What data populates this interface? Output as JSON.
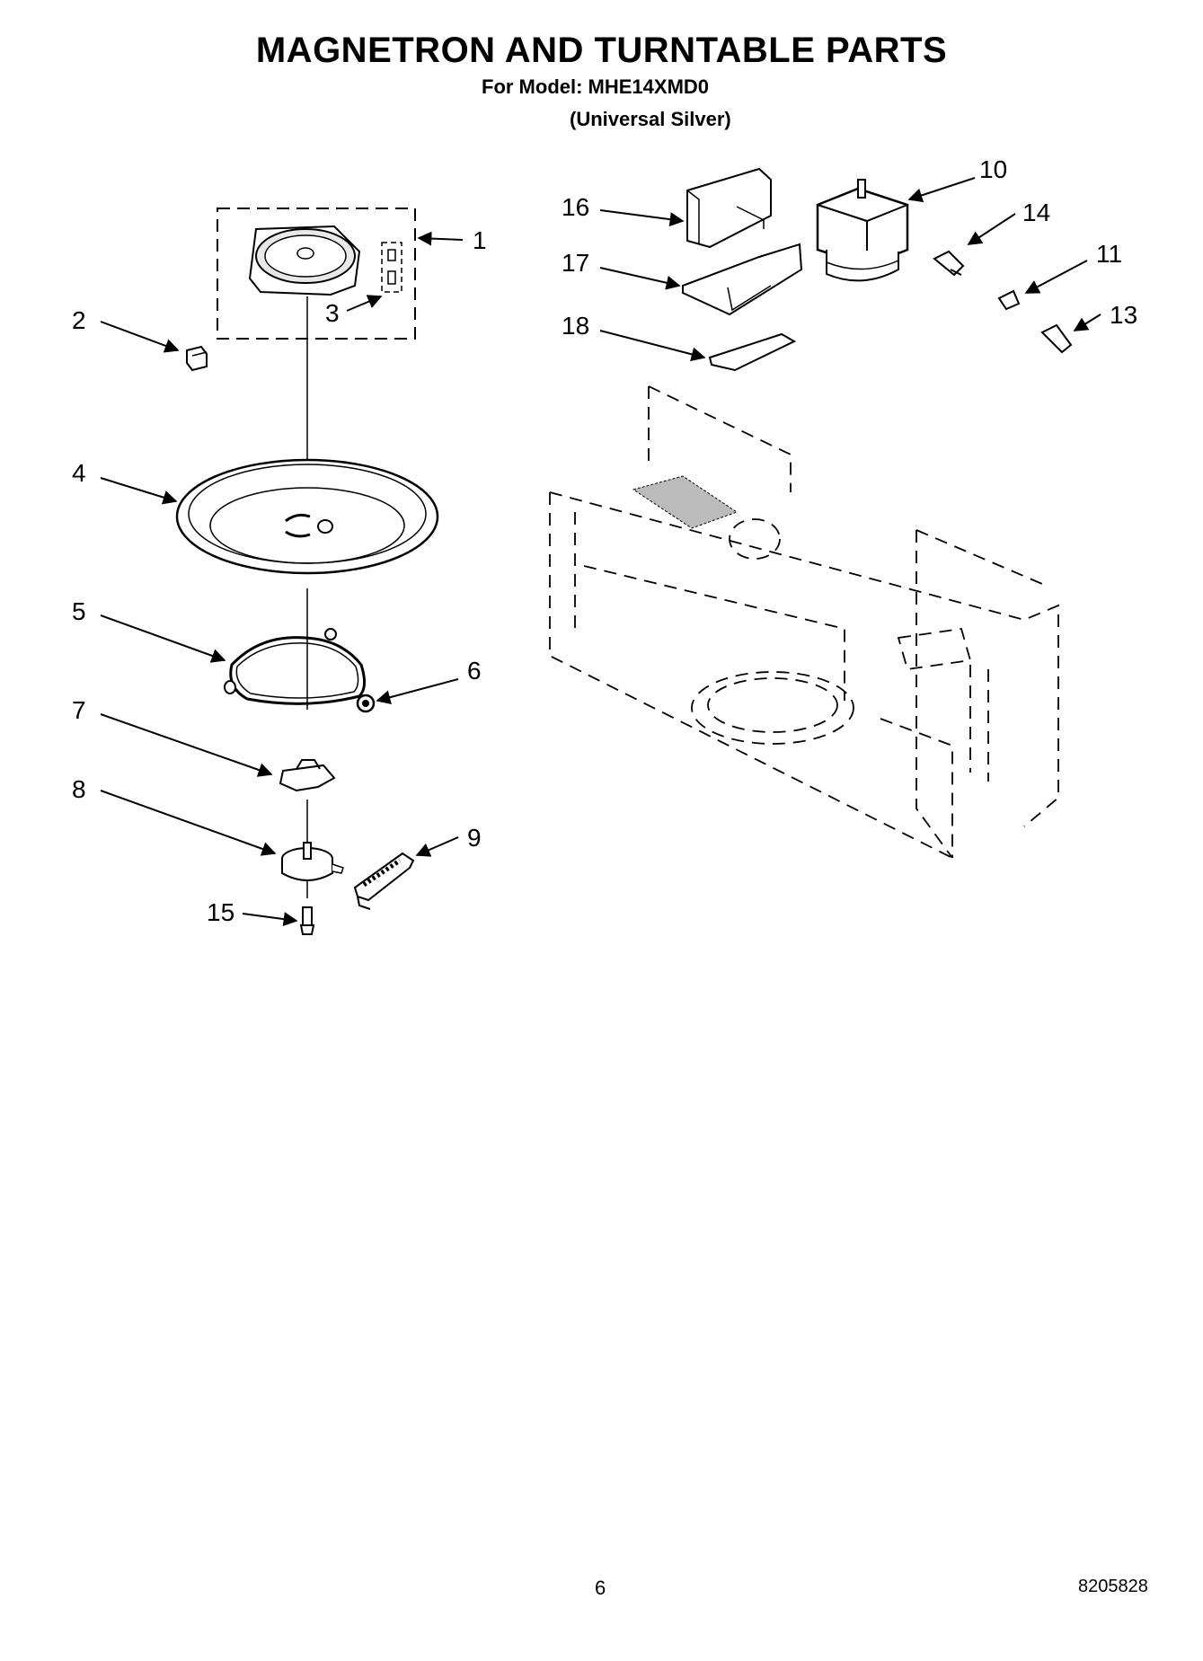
{
  "header": {
    "title": "MAGNETRON AND TURNTABLE PARTS",
    "model_line": "For Model: MHE14XMD0",
    "variant_line": "(Universal Silver)"
  },
  "footer": {
    "page_number": "6",
    "document_number": "8205828"
  },
  "callouts": {
    "c1": "1",
    "c2": "2",
    "c3": "3",
    "c4": "4",
    "c5": "5",
    "c6": "6",
    "c7": "7",
    "c8": "8",
    "c9": "9",
    "c10": "10",
    "c11": "11",
    "c13": "13",
    "c14": "14",
    "c15": "15",
    "c16": "16",
    "c17": "17",
    "c18": "18"
  }
}
